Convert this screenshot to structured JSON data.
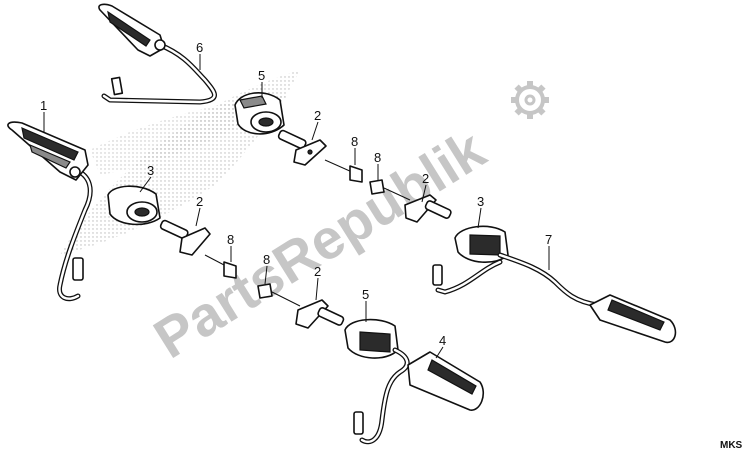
{
  "watermark": {
    "text": "PartsRepublik",
    "icon": "gear-icon"
  },
  "diagram_code": "MKS",
  "callouts": [
    {
      "id": "c1",
      "label": "1"
    },
    {
      "id": "c2a",
      "label": "2"
    },
    {
      "id": "c2b",
      "label": "2"
    },
    {
      "id": "c2c",
      "label": "2"
    },
    {
      "id": "c2d",
      "label": "2"
    },
    {
      "id": "c3a",
      "label": "3"
    },
    {
      "id": "c3b",
      "label": "3"
    },
    {
      "id": "c4",
      "label": "4"
    },
    {
      "id": "c5a",
      "label": "5"
    },
    {
      "id": "c5b",
      "label": "5"
    },
    {
      "id": "c6",
      "label": "6"
    },
    {
      "id": "c7",
      "label": "7"
    },
    {
      "id": "c8a",
      "label": "8"
    },
    {
      "id": "c8b",
      "label": "8"
    },
    {
      "id": "c8c",
      "label": "8"
    },
    {
      "id": "c8d",
      "label": "8"
    }
  ]
}
